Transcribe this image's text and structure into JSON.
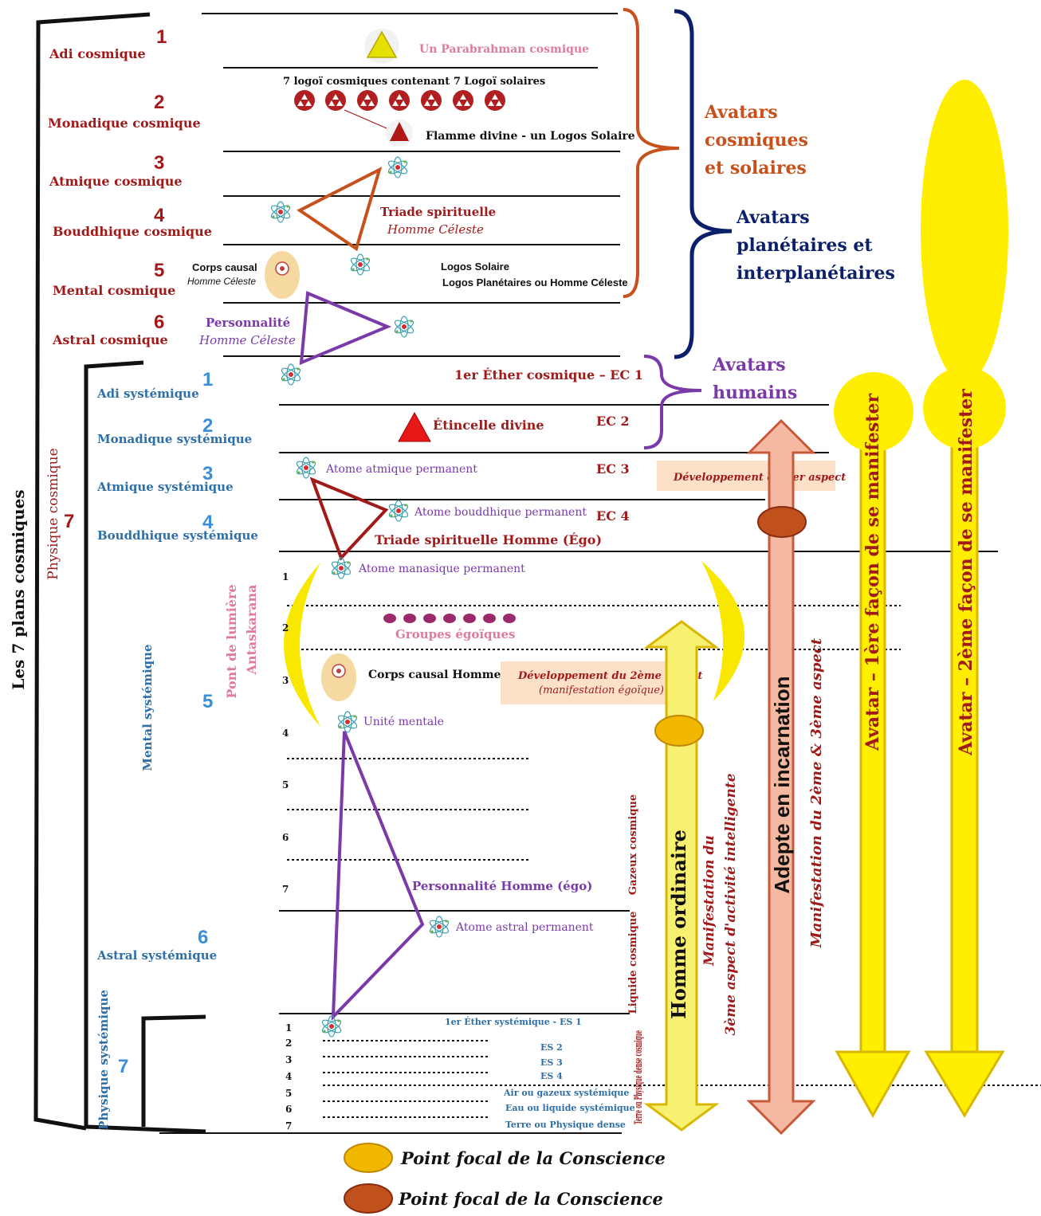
{
  "colors": {
    "dark_red": "#a11a1a",
    "purple": "#7a3aa8",
    "navy": "#0b1f6b",
    "orange_brace": "#c8501a",
    "blue_num": "#3a8fd8",
    "steel_blue": "#2f6fa8",
    "yellow": "#ffee00",
    "yellow_dark": "#e8c800",
    "peach": "#f5b8a0",
    "pink": "#e07aa0",
    "black": "#111111"
  },
  "cosmic_planes": [
    {
      "num": "1",
      "name": "Adi cosmique"
    },
    {
      "num": "2",
      "name": "Monadique cosmique"
    },
    {
      "num": "3",
      "name": "Atmique cosmique"
    },
    {
      "num": "4",
      "name": "Bouddhique cosmique"
    },
    {
      "num": "5",
      "name": "Mental cosmique"
    },
    {
      "num": "6",
      "name": "Astral cosmique"
    }
  ],
  "physique_cosmique": {
    "num": "7",
    "label": "Physique cosmique"
  },
  "outer_bracket_label": "Les 7 plans cosmiques",
  "system_planes": [
    {
      "num": "1",
      "name": "Adi systémique"
    },
    {
      "num": "2",
      "name": "Monadique systémique"
    },
    {
      "num": "3",
      "name": "Atmique systémique"
    },
    {
      "num": "4",
      "name": "Bouddhique systémique"
    },
    {
      "num": "5",
      "name": "Mental systémique"
    },
    {
      "num": "6",
      "name": "Astral systémique"
    },
    {
      "num": "7",
      "name": "Physique systémique"
    }
  ],
  "cosmic_content": {
    "parabrahman": "Un Parabrahman cosmique",
    "logoi": "7 logoï cosmiques contenant 7 Logoï solaires",
    "flamme": "Flamme divine - un Logos Solaire",
    "triade_title": "Triade spirituelle",
    "triade_sub": "Homme Céleste",
    "corps_causal_title": "Corps causal",
    "corps_causal_sub": "Homme Céleste",
    "logos_solaire": "Logos Solaire",
    "logos_planetaires": "Logos Planétaires ou Homme Céleste",
    "personnalite_title": "Personnalité",
    "personnalite_sub": "Homme Céleste"
  },
  "ethers_cosmiques": [
    {
      "label": "1er Éther cosmique – EC 1"
    },
    {
      "label": "EC 2"
    },
    {
      "label": "EC 3"
    },
    {
      "label": "EC 4"
    }
  ],
  "system_content": {
    "etincelle": "Étincelle divine",
    "atome_atmique": "Atome atmique permanent",
    "atome_bouddhique": "Atome bouddhique permanent",
    "triade_homme": "Triade spirituelle Homme (Égo)",
    "atome_manasique": "Atome manasique permanent",
    "groupes": "Groupes égoïques",
    "pont_line1": "Pont de lumière",
    "pont_line2": "Antaskarana",
    "corps_causal_homme": "Corps causal Homme",
    "unite_mentale": "Unité mentale",
    "personnalite_homme": "Personnalité Homme (égo)",
    "atome_astral": "Atome astral permanent",
    "dev1": "Développement du 1er aspect",
    "dev2_line1": "Développement du 2ème aspect",
    "dev2_line2": "(manifestation égoïque)"
  },
  "mental_subplanes": [
    "1",
    "2",
    "3",
    "4",
    "5",
    "6",
    "7"
  ],
  "physical_subplanes": [
    {
      "num": "1",
      "label": "1er Éther systémique - ES 1"
    },
    {
      "num": "2",
      "label": "ES 2"
    },
    {
      "num": "3",
      "label": "ES 3"
    },
    {
      "num": "4",
      "label": "ES 4"
    },
    {
      "num": "5",
      "label": "Air ou gazeux systémique"
    },
    {
      "num": "6",
      "label": "Eau ou liquide systémique"
    },
    {
      "num": "7",
      "label": "Terre ou Physique dense"
    }
  ],
  "cosmic_matter": {
    "gazeux": "Gazeux cosmique",
    "liquide": "Liquide cosmique",
    "terre": "Terre ou Physique dense cosmique"
  },
  "right_labels": {
    "avatars_cosmiques": [
      "Avatars",
      "cosmiques",
      "et solaires"
    ],
    "avatars_planetaires": [
      "Avatars",
      "planétaires et",
      "interplanétaires"
    ],
    "avatars_humains": [
      "Avatars",
      "humains"
    ]
  },
  "arrows": {
    "homme_ordinaire": "Homme ordinaire",
    "manif3_line1": "Manifestation du",
    "manif3_line2": "3ème aspect d'activité intelligente",
    "adepte": "Adepte en incarnation",
    "manif23": "Manifestation du 2ème & 3ème aspect",
    "avatar1": "Avatar – 1ère façon de se manifester",
    "avatar2": "Avatar – 2ème façon de se manifester"
  },
  "legend": [
    {
      "label": "Point focal de la Conscience",
      "color": "#f2b800"
    },
    {
      "label": "Point focal de la Conscience",
      "color": "#c0501c"
    }
  ]
}
